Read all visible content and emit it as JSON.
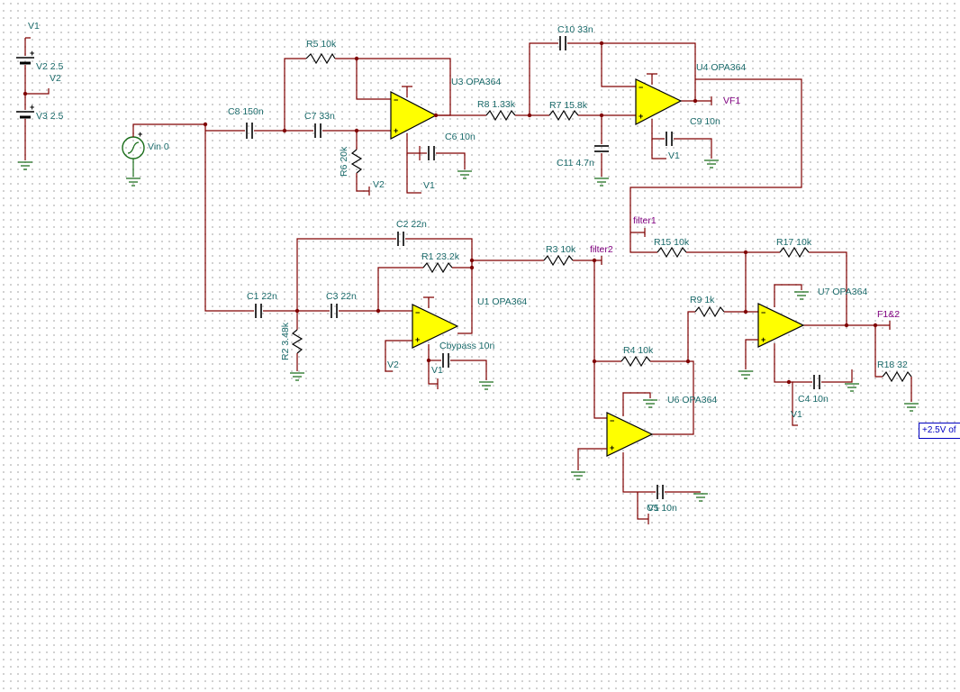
{
  "sources": {
    "v1_top": "V1",
    "v2": "V2 2.5",
    "v2_net": "V2",
    "v3": "V3 2.5",
    "vin": "Vin 0"
  },
  "components": {
    "c8": "C8 150n",
    "r5": "R5 10k",
    "c7": "C7 33n",
    "r6": "R6 20k",
    "u3": "U3 OPA364",
    "c6": "C6 10n",
    "r8": "R8 1.33k",
    "r7": "R7 15.8k",
    "c10": "C10 33n",
    "c11": "C11 4.7n",
    "u4": "U4 OPA364",
    "c9": "C9 10n",
    "c2": "C2 22n",
    "r1": "R1 23.2k",
    "c1": "C1 22n",
    "c3": "C3 22n",
    "r2": "R2 3.48k",
    "u1": "U1 OPA364",
    "cbypass": "Cbypass 10n",
    "r3": "R3 10k",
    "r15": "R15 10k",
    "r17": "R17 10k",
    "r9": "R9 1k",
    "u7": "U7 OPA364",
    "r4": "R4 10k",
    "u6": "U6 OPA364",
    "r18": "R18 32",
    "c4": "C4 10n",
    "c5": "C5 10n"
  },
  "supply_refs": {
    "v1_u3": "V1",
    "v2_u3": "V2",
    "v1_u4": "V1",
    "v2_u1": "V2",
    "v1_u1": "V1",
    "v1_u7": "V1",
    "v1_u6": "V1"
  },
  "nets": {
    "vf1": "VF1",
    "filter1": "filter1",
    "filter2": "filter2",
    "f12": "F1&2"
  },
  "signs": {
    "plus": "+",
    "minus": "−"
  },
  "offset_tag": "+2.5V of",
  "colors": {
    "wire": "#800000",
    "ground": "#1a6e1a",
    "opamp_fill": "#ffff00",
    "label": "#1a6a6a",
    "net_label": "#800080"
  }
}
